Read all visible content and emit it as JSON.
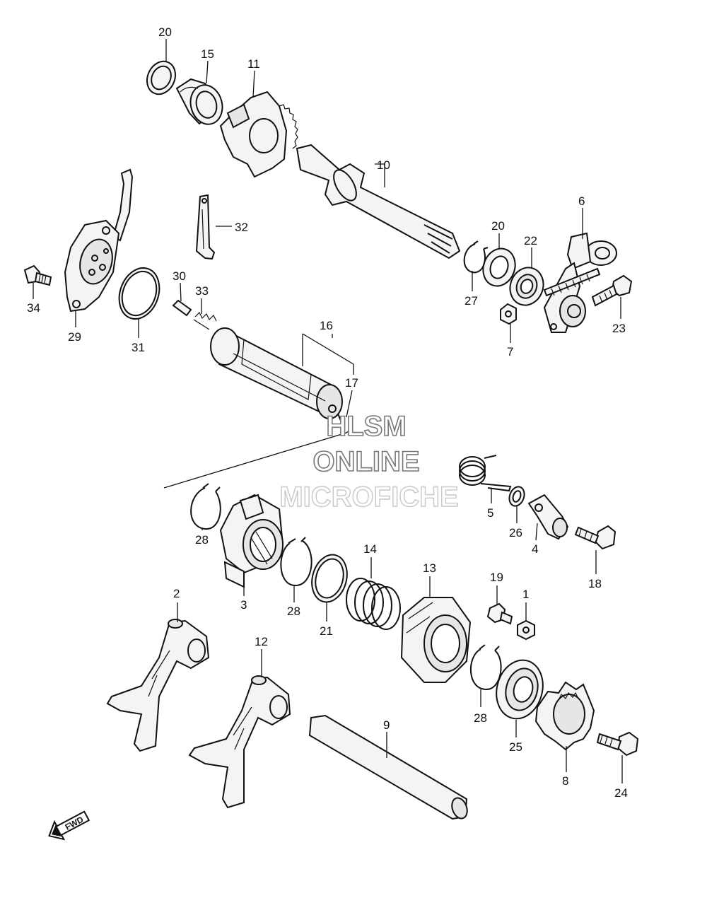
{
  "labels": {
    "l20a": "20",
    "l15": "15",
    "l11": "11",
    "l10": "10",
    "l32": "32",
    "l34": "34",
    "l29": "29",
    "l31": "31",
    "l30": "30",
    "l33": "33",
    "l16": "16",
    "l17": "17",
    "l6": "6",
    "l20b": "20",
    "l22": "22",
    "l27": "27",
    "l23": "23",
    "l7": "7",
    "l5": "5",
    "l26": "26",
    "l4": "4",
    "l18": "18",
    "l28a": "28",
    "l3": "3",
    "l28b": "28",
    "l14": "14",
    "l21": "21",
    "l13": "13",
    "l19": "19",
    "l1": "1",
    "l2": "2",
    "l12": "12",
    "l9": "9",
    "l28c": "28",
    "l25": "25",
    "l8": "8",
    "l24": "24"
  },
  "watermark": {
    "line1": "HLSM",
    "line2": "ONLINE",
    "line3": "MICROFICHE"
  },
  "fwd_arrow": {
    "label": "FWD",
    "icon": "fwd-arrow-icon"
  }
}
